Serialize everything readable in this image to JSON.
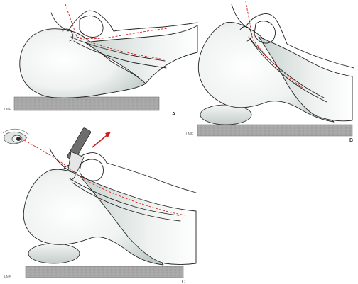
{
  "figure": {
    "panels": [
      {
        "letter": "A",
        "side_tag": "LMF"
      },
      {
        "letter": "B",
        "side_tag": "LMF"
      },
      {
        "letter": "C",
        "side_tag": "LMF"
      }
    ]
  },
  "colors": {
    "axis_line": "#d62020",
    "arrow": "#c8201c",
    "table": "#9a9a9a",
    "pillow": "#d8dedb",
    "head_shade": "#c7d1cd"
  },
  "icons": {
    "laryngoscope": "laryngoscope-icon",
    "eye": "observer-eye-icon",
    "lift_arrow": "arrow-up-right-icon"
  }
}
